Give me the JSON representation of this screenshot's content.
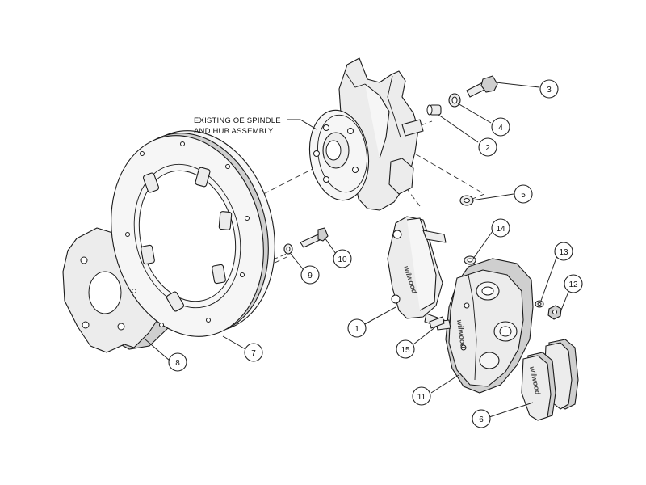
{
  "assembly_label": {
    "line1": "EXISTING OE SPINDLE",
    "line2": "AND HUB ASSEMBLY"
  },
  "callouts": [
    {
      "id": "c1",
      "number": "1"
    },
    {
      "id": "c2",
      "number": "2"
    },
    {
      "id": "c3",
      "number": "3"
    },
    {
      "id": "c4",
      "number": "4"
    },
    {
      "id": "c5",
      "number": "5"
    },
    {
      "id": "c6",
      "number": "6"
    },
    {
      "id": "c7",
      "number": "7"
    },
    {
      "id": "c8",
      "number": "8"
    },
    {
      "id": "c9",
      "number": "9"
    },
    {
      "id": "c10",
      "number": "10"
    },
    {
      "id": "c11",
      "number": "11"
    },
    {
      "id": "c12",
      "number": "12"
    },
    {
      "id": "c13",
      "number": "13"
    },
    {
      "id": "c14",
      "number": "14"
    },
    {
      "id": "c15",
      "number": "15"
    }
  ],
  "brand_marks": {
    "caliper": "wilwood",
    "pad": "wilwood",
    "bracket": "wilwood"
  }
}
